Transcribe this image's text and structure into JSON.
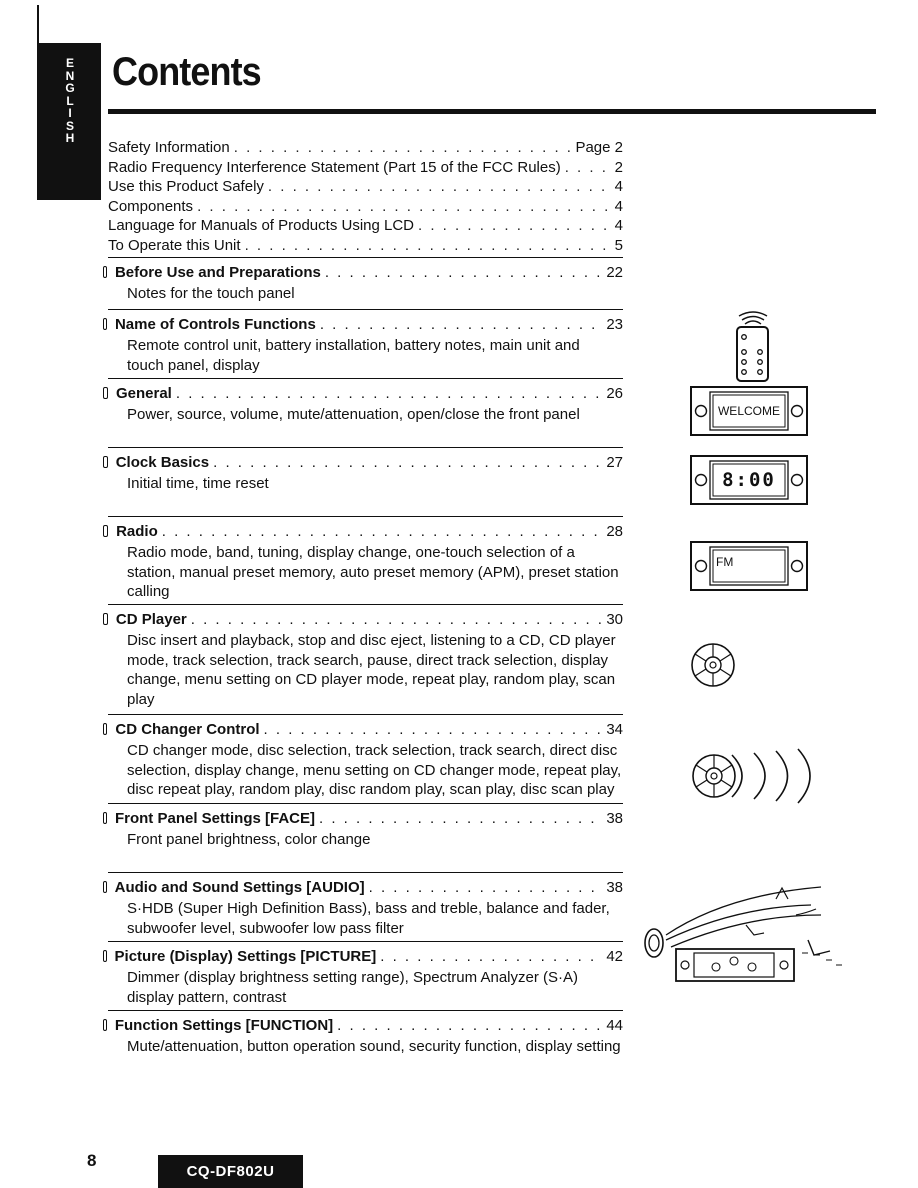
{
  "side_tab": {
    "letters": [
      "E",
      "N",
      "G",
      "L",
      "I",
      "S",
      "H"
    ]
  },
  "title": "Contents",
  "intro_items": [
    {
      "label": "Safety Information",
      "page": "Page 2"
    },
    {
      "label": "Radio Frequency Interference Statement (Part 15 of the FCC Rules)",
      "page": "2"
    },
    {
      "label": "Use this Product Safely",
      "page": "4"
    },
    {
      "label": "Components",
      "page": "4"
    },
    {
      "label": "Language for Manuals of Products Using LCD",
      "page": "4"
    },
    {
      "label": "To Operate this Unit",
      "page": "5"
    }
  ],
  "sections": [
    {
      "title": "Before Use and Preparations",
      "page": "22",
      "desc": "Notes for the touch panel"
    },
    {
      "title": "Name of Controls Functions",
      "page": "23",
      "desc": "Remote control unit, battery installation, battery notes, main unit and touch panel, display"
    },
    {
      "title": "General",
      "page": "26",
      "desc": "Power, source, volume, mute/attenuation, open/close the front panel"
    },
    {
      "title": "Clock Basics",
      "page": "27",
      "desc": "Initial time, time reset"
    },
    {
      "title": "Radio",
      "page": "28",
      "desc": "Radio mode, band, tuning, display change, one-touch selection of a station, manual preset memory, auto preset memory (APM), preset station calling"
    },
    {
      "title": "CD Player",
      "page": "30",
      "desc": "Disc insert and playback, stop and disc eject, listening to a CD, CD player mode, track selection, track search, pause, direct track selection, display change, menu setting on CD player mode, repeat play, random play, scan play"
    },
    {
      "title": "CD Changer Control",
      "page": "34",
      "desc": "CD changer mode, disc selection, track selection, track search, direct disc selection, display change, menu setting on CD changer mode, repeat play, disc repeat play, random play, disc random play, scan play, disc scan play"
    },
    {
      "title": "Front Panel Settings [FACE]",
      "page": "38",
      "desc": "Front panel brightness, color change"
    },
    {
      "title": "Audio and Sound Settings [AUDIO]",
      "page": "38",
      "desc": "S·HDB (Super High Definition Bass), bass and treble, balance and fader, subwoofer level, subwoofer low pass filter"
    },
    {
      "title": "Picture (Display) Settings [PICTURE]",
      "page": "42",
      "desc": "Dimmer (display brightness setting range), Spectrum Analyzer (S·A) display pattern, contrast"
    },
    {
      "title": "Function Settings [FUNCTION]",
      "page": "44",
      "desc": "Mute/attenuation, button operation sound, security function, display setting"
    }
  ],
  "illustrations": {
    "general_display": "WELCOME",
    "clock_display": "8:00",
    "radio_display": "FM",
    "icons": [
      "remote-control-icon",
      "unit-display-icon",
      "clock-display-icon",
      "radio-display-icon",
      "cd-disc-icon",
      "cd-changer-icon",
      "speaker-sound-icon"
    ]
  },
  "footer": {
    "page_number": "8",
    "model": "CQ-DF802U"
  }
}
